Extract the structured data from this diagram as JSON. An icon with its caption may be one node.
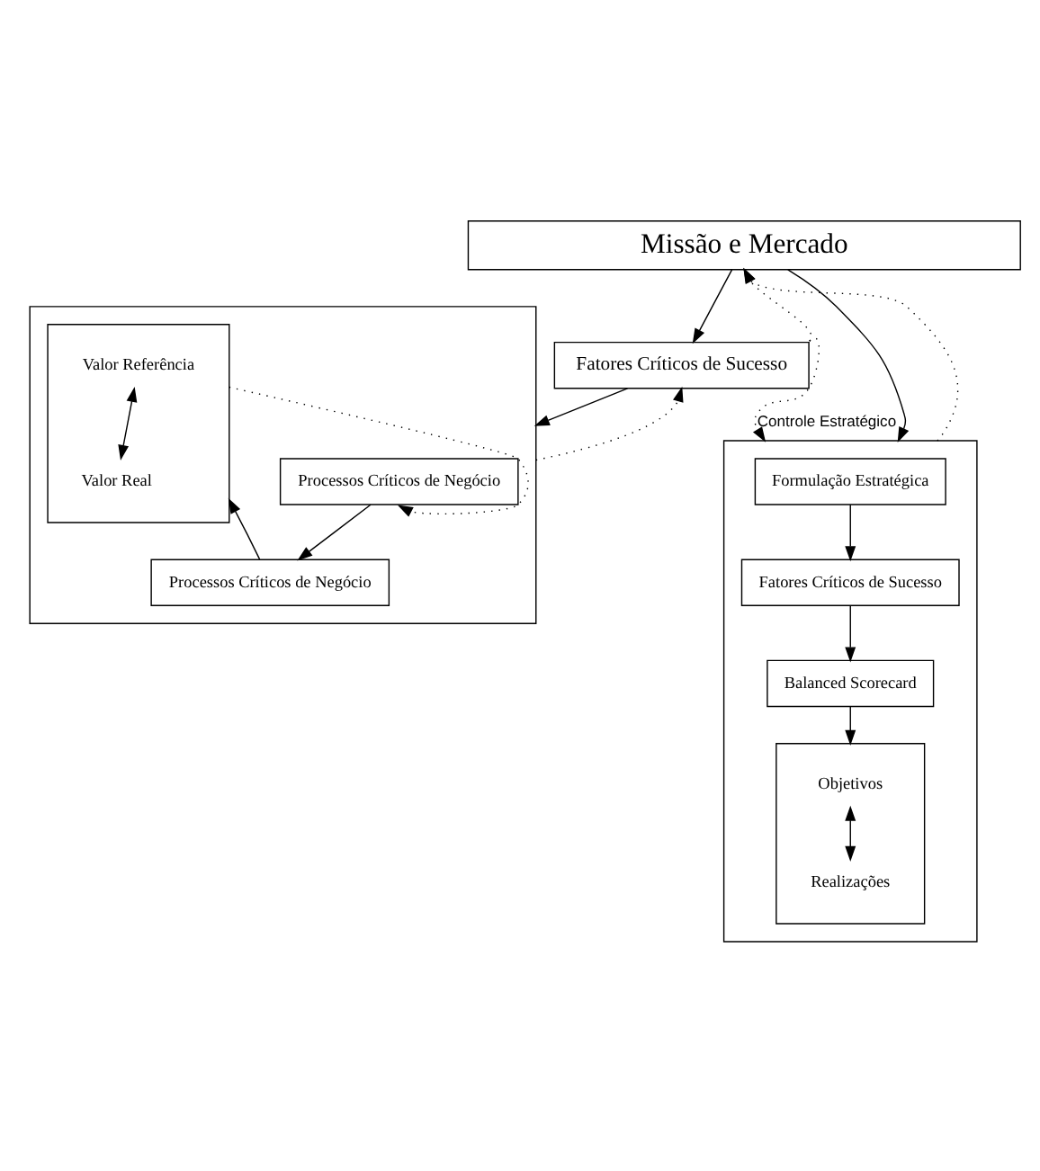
{
  "diagram": {
    "nodes": [
      {
        "text": [
          "Missão e Mercado"
        ]
      },
      {
        "text": [
          "Fatores Críticos de Sucesso"
        ]
      },
      {
        "text": [],
        "shape": "box"
      },
      {
        "text": [
          "Processos Críticos de Negócio"
        ],
        "in": 2
      },
      {
        "text": [
          "Processos Críticos de Negócio"
        ],
        "in": 2
      },
      {
        "text": [],
        "shape": "box",
        "in": 2
      },
      {
        "text": [
          "Valor Referência"
        ],
        "in": 5
      },
      {
        "text": [
          "Valor Real"
        ],
        "in": 5
      },
      {
        "text": [],
        "shape": "box"
      },
      {
        "text": [
          "Formulação Estratégica"
        ],
        "in": 8
      },
      {
        "text": [
          "Fatores Críticos de Sucesso"
        ],
        "in": 8
      },
      {
        "text": [
          "Balanced Scorecard"
        ],
        "in": 8
      },
      {
        "text": [],
        "shape": "box",
        "in": 8
      },
      {
        "text": [
          "Objetivos"
        ],
        "in": 12
      },
      {
        "text": [
          "Realizações"
        ],
        "in": 12
      }
    ],
    "edges": [
      {
        "from": 0,
        "to": 1,
        "arrow": "to"
      },
      {
        "from": 0,
        "to": 8,
        "arrow": "to"
      },
      {
        "from": 1,
        "to": 0,
        "arrow": "to",
        "style": "dashed"
      },
      {
        "from": 1,
        "to": 8,
        "arrow": "to",
        "style": "dashed",
        "label": "Controle Estratégico"
      },
      {
        "from": 1,
        "to": 2,
        "arrow": "to"
      },
      {
        "from": 2,
        "to": 1,
        "arrow": "to",
        "style": "dashed"
      },
      {
        "from": 3,
        "to": 4,
        "arrow": "to"
      },
      {
        "from": 4,
        "to": 5,
        "arrow": "to"
      },
      {
        "from": 5,
        "to": 3,
        "arrow": "to",
        "style": "dashed"
      },
      {
        "from": 6,
        "to": 7,
        "arrow": "both"
      },
      {
        "from": 8,
        "to": 0,
        "arrow": "to",
        "style": "dashed"
      },
      {
        "from": 9,
        "to": 10,
        "arrow": "to"
      },
      {
        "from": 10,
        "to": 11,
        "arrow": "to"
      },
      {
        "from": 11,
        "to": 12,
        "arrow": "to"
      },
      {
        "from": 13,
        "to": 14,
        "arrow": "both"
      }
    ]
  }
}
